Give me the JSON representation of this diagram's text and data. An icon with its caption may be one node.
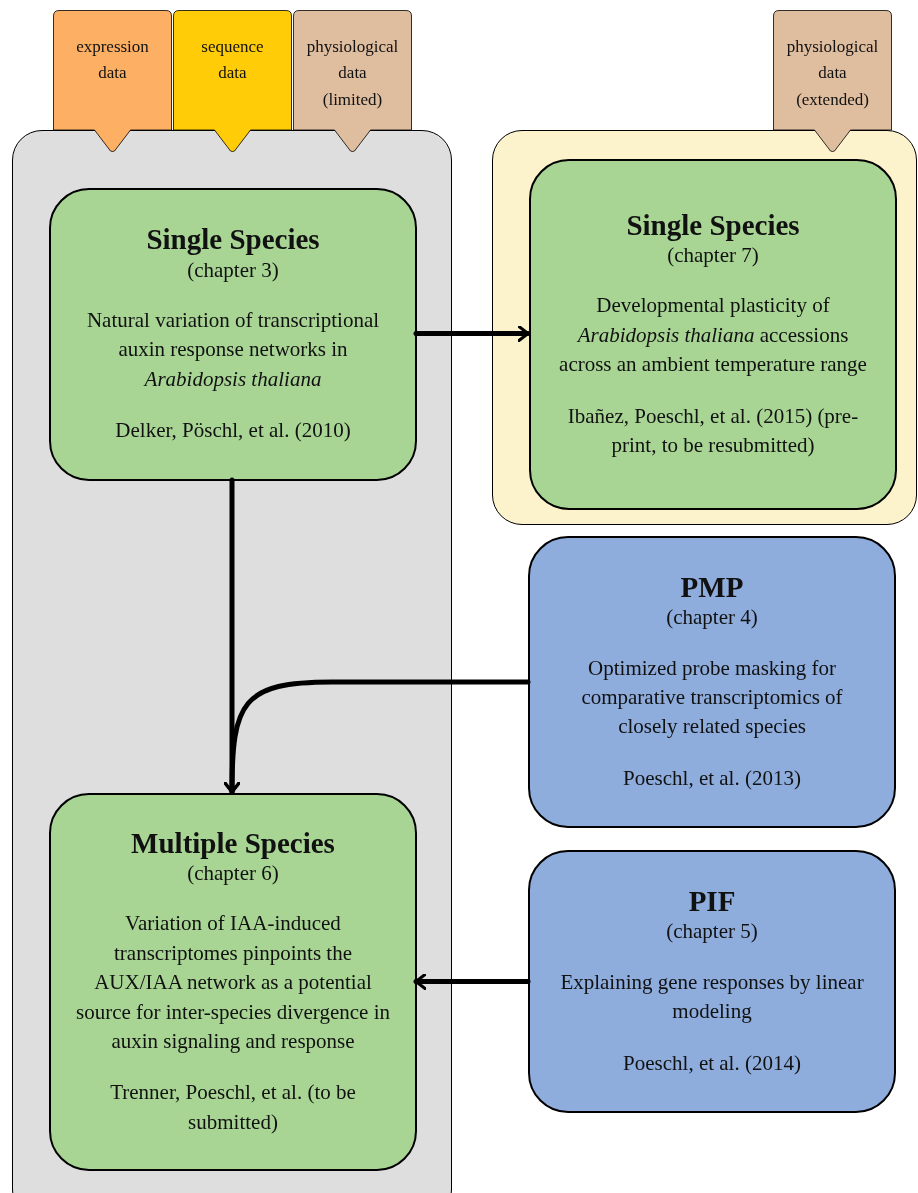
{
  "diagram": {
    "nodes": [
      {
        "text": [],
        "shape": "box"
      },
      {
        "text": [
          "expression data"
        ]
      },
      {
        "text": [
          "sequence data"
        ]
      },
      {
        "text": [
          "physiological data (limited)"
        ]
      },
      {
        "text": [
          "Single Species",
          "(chapter 3)",
          "Natural variation of transcriptional auxin response networks in *Arabidopsis thaliana*",
          "Delker, Pöschl, et al. (2010)"
        ],
        "in": 0
      },
      {
        "text": [
          "Multiple Species",
          "(chapter 6)",
          "Variation of IAA-induced transcriptomes pinpoints the AUX/IAA network as a potential source for inter-species divergence in auxin signaling and response",
          "Trenner, Poeschl, et al. (to be submitted)"
        ],
        "in": 0
      },
      {
        "text": [],
        "shape": "box"
      },
      {
        "text": [
          "physiological data (extended)"
        ]
      },
      {
        "text": [
          "Single Species",
          "(chapter 7)",
          "Developmental plasticity of *Arabidopsis thaliana* accessions across an ambient temperature range",
          "Ibañez, Poeschl, et al. (2015) (pre-print, to be resubmitted)"
        ],
        "in": 6
      },
      {
        "text": [
          "PMP",
          "(chapter 4)",
          "Optimized probe masking for comparative transcriptomics of closely related species",
          "Poeschl, et al. (2013)"
        ]
      },
      {
        "text": [
          "PIF",
          "(chapter 5)",
          "Explaining gene responses by linear modeling",
          "Poeschl, et al. (2014)"
        ]
      }
    ],
    "edges": [
      {
        "from": 4,
        "to": 8,
        "arrow": "to"
      },
      {
        "from": 4,
        "to": 5,
        "arrow": "to"
      },
      {
        "from": 9,
        "to": 5,
        "arrow": "to"
      },
      {
        "from": 10,
        "to": 5,
        "arrow": "to"
      }
    ]
  }
}
